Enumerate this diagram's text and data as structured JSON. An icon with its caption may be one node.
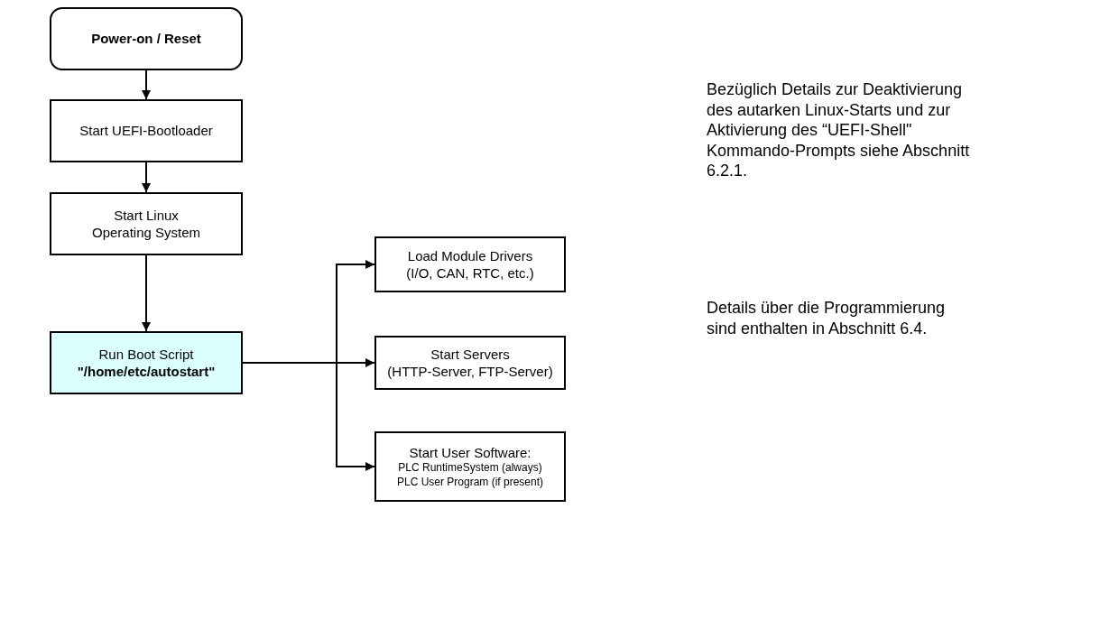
{
  "diagram": {
    "nodes": [
      {
        "text": [
          "Power-on / Reset"
        ]
      },
      {
        "text": [
          "Start UEFI-Bootloader"
        ]
      },
      {
        "text": [
          "Start Linux Operating System"
        ]
      },
      {
        "text": [
          "Run Boot Script",
          "\"/home/etc/autostart\""
        ]
      },
      {
        "text": [
          "Load Module Drivers",
          "(I/O, CAN, RTC, etc.)"
        ]
      },
      {
        "text": [
          "Start Servers",
          "(HTTP-Server, FTP-Server)"
        ]
      },
      {
        "text": [
          "Start User Software:",
          "PLC RuntimeSystem (always)",
          "PLC User Program (if present)"
        ]
      }
    ],
    "edges": [
      {
        "from": 0,
        "to": 1,
        "arrow": "to"
      },
      {
        "from": 1,
        "to": 2,
        "arrow": "to"
      },
      {
        "from": 2,
        "to": 3,
        "arrow": "to"
      },
      {
        "from": 3,
        "to": 4,
        "arrow": "to"
      },
      {
        "from": 3,
        "to": 5,
        "arrow": "to"
      },
      {
        "from": 3,
        "to": 6,
        "arrow": "to"
      }
    ],
    "labels": [
      "Bezüglich Details zur Deaktivierung des autarken Linux-Starts und zur Aktivierung des “UEFI-Shell\" Kommando-Prompts siehe Abschnitt 6.2.1.",
      "Details über die Programmierung sind enthalten in Abschnitt 6.4."
    ]
  }
}
